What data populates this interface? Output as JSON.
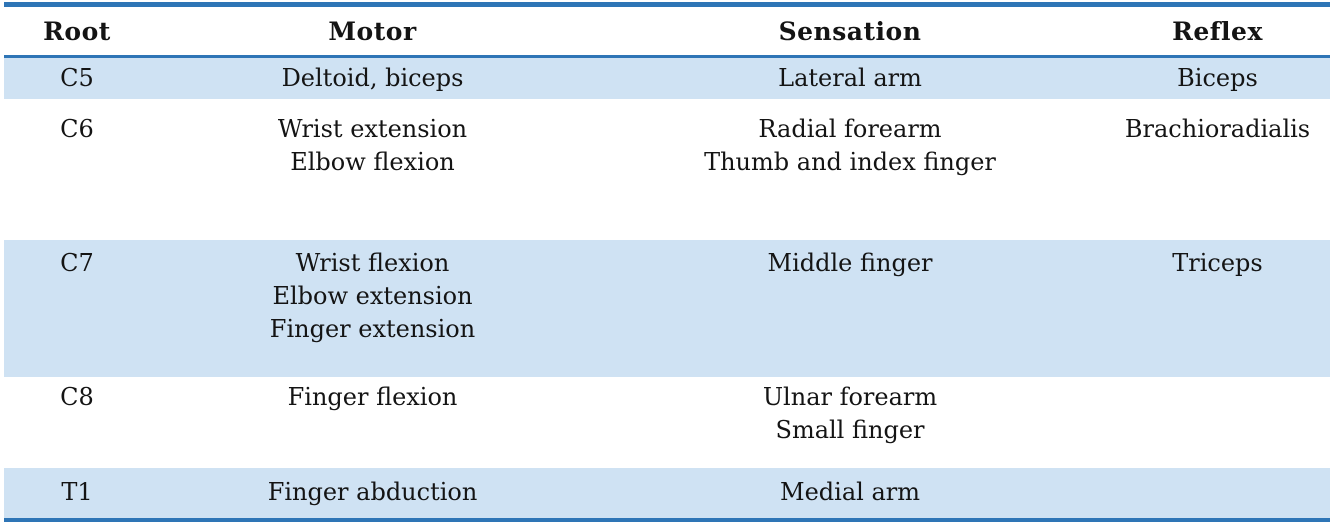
{
  "table": {
    "columns": [
      {
        "key": "root",
        "label": "Root"
      },
      {
        "key": "motor",
        "label": "Motor"
      },
      {
        "key": "sensation",
        "label": "Sensation"
      },
      {
        "key": "reflex",
        "label": "Reflex"
      }
    ],
    "rows": [
      {
        "root": "C5",
        "motor": "Deltoid, biceps",
        "sensation": "Lateral arm",
        "reflex": "Biceps",
        "shaded": true
      },
      {
        "root": "C6",
        "motor": "Wrist extension\nElbow flexion",
        "sensation": "Radial forearm\nThumb and index finger",
        "reflex": "Brachioradialis",
        "shaded": false
      },
      {
        "root": "C7",
        "motor": "Wrist flexion\nElbow extension\nFinger extension",
        "sensation": "Middle finger",
        "reflex": "Triceps",
        "shaded": true
      },
      {
        "root": "C8",
        "motor": "Finger flexion",
        "sensation": "Ulnar forearm\nSmall finger",
        "reflex": "",
        "shaded": false
      },
      {
        "root": "T1",
        "motor": "Finger abduction",
        "sensation": "Medial arm",
        "reflex": "",
        "shaded": true
      }
    ],
    "colors": {
      "row_shade": "#cfe2f3",
      "border_blue": "#2e75b6",
      "text": "#141414"
    }
  }
}
